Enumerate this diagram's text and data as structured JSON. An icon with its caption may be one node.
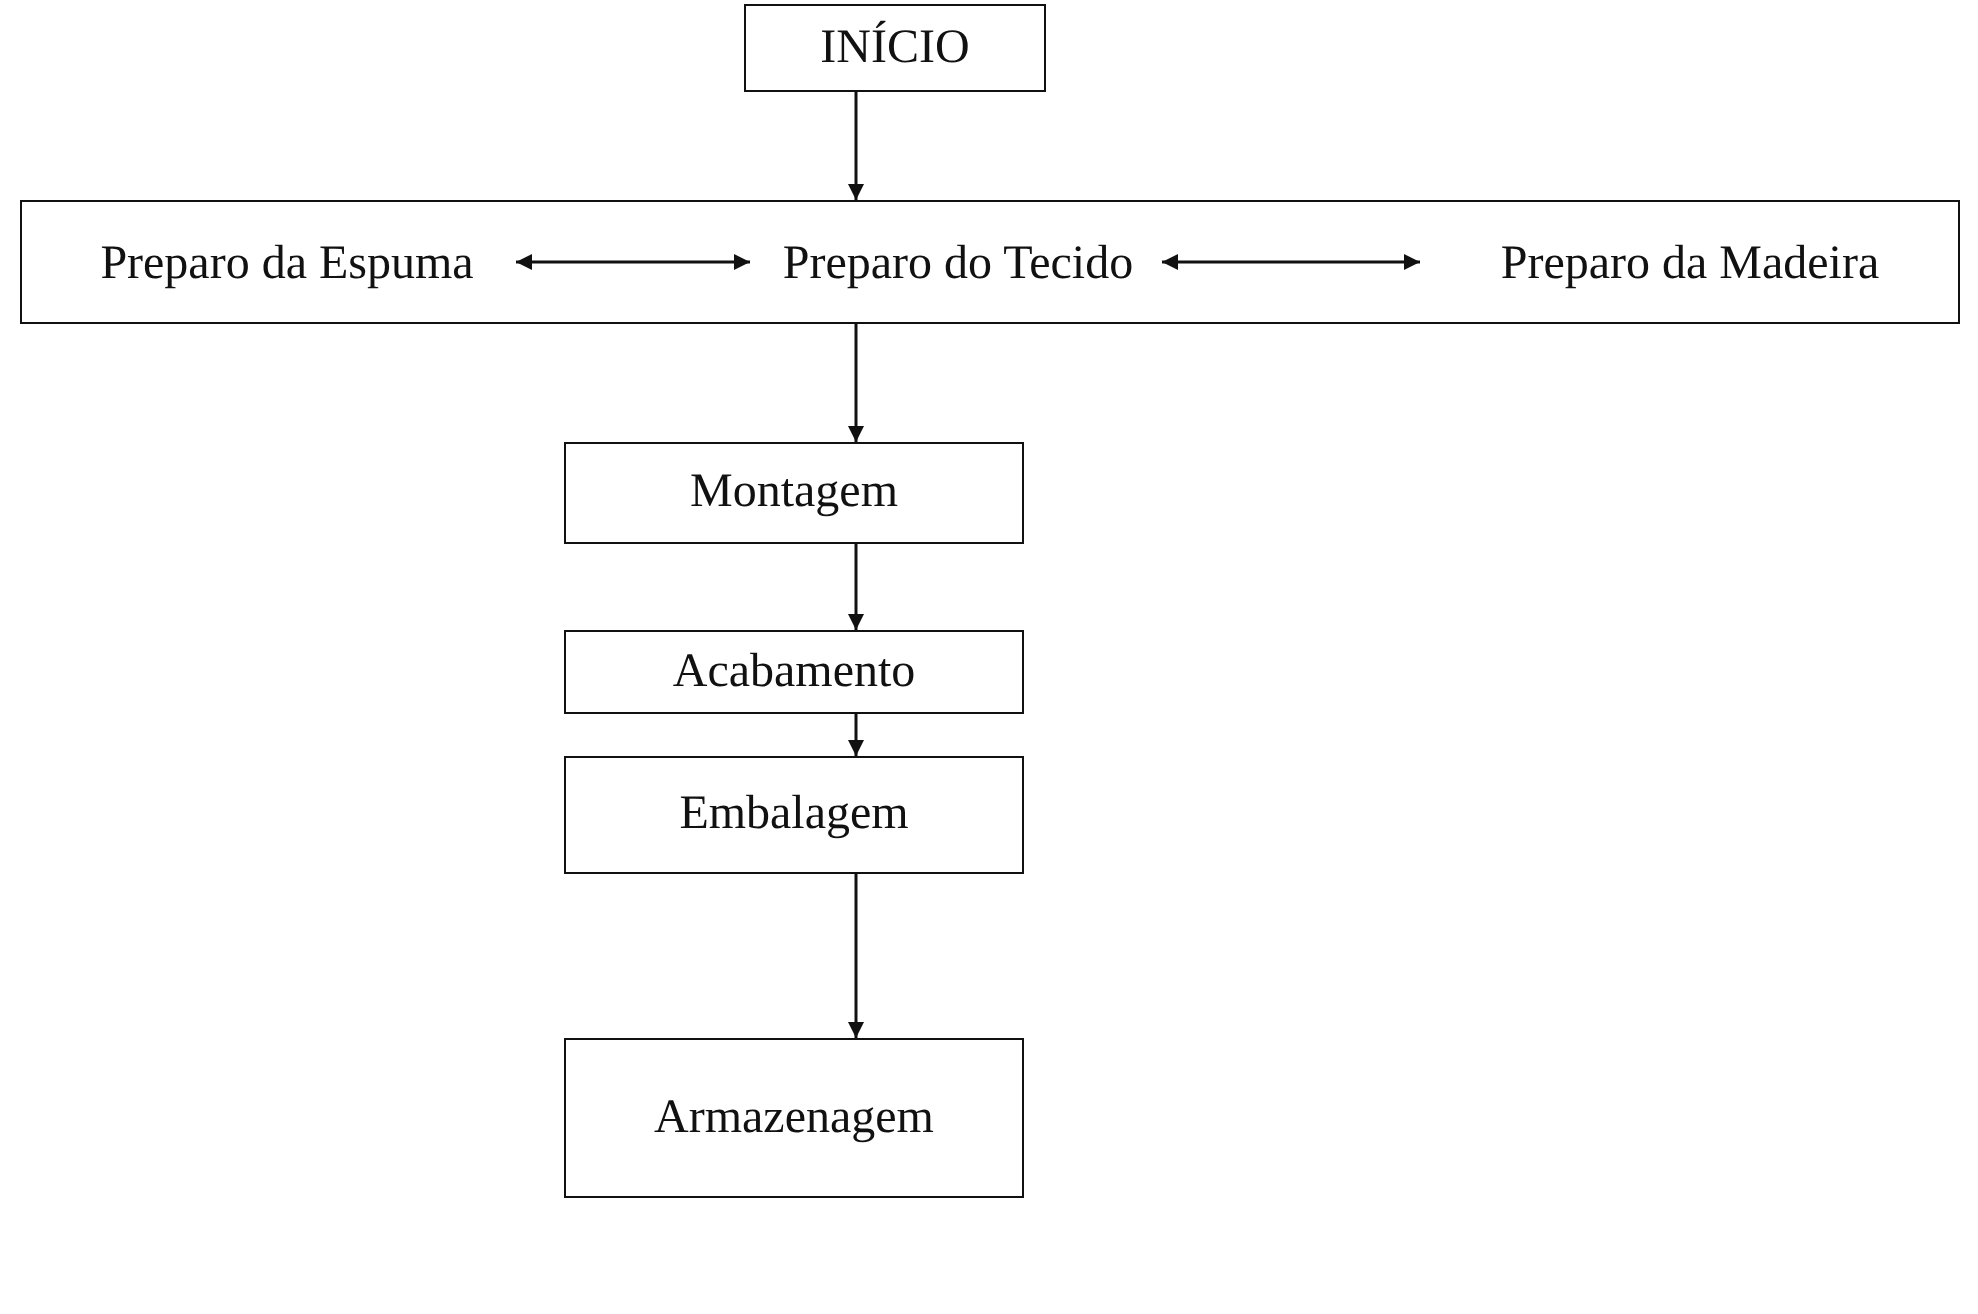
{
  "diagram": {
    "nodes": [
      {
        "text": [
          "INÍCIO"
        ]
      },
      {
        "text": [],
        "shape": "box"
      },
      {
        "text": [
          "Preparo da Espuma"
        ],
        "in": 1
      },
      {
        "text": [
          "Preparo do Tecido"
        ],
        "in": 1
      },
      {
        "text": [
          "Preparo da Madeira"
        ],
        "in": 1
      },
      {
        "text": [
          "Montagem"
        ]
      },
      {
        "text": [
          "Acabamento"
        ]
      },
      {
        "text": [
          "Embalagem"
        ]
      },
      {
        "text": [
          "Armazenagem"
        ]
      }
    ],
    "edges": [
      {
        "from": 0,
        "to": 1,
        "arrow": "to"
      },
      {
        "from": 2,
        "to": 3,
        "arrow": "both"
      },
      {
        "from": 3,
        "to": 4,
        "arrow": "both"
      },
      {
        "from": 1,
        "to": 5,
        "arrow": "to"
      },
      {
        "from": 5,
        "to": 6,
        "arrow": "to"
      },
      {
        "from": 6,
        "to": 7,
        "arrow": "to"
      },
      {
        "from": 7,
        "to": 8,
        "arrow": "to"
      }
    ]
  }
}
